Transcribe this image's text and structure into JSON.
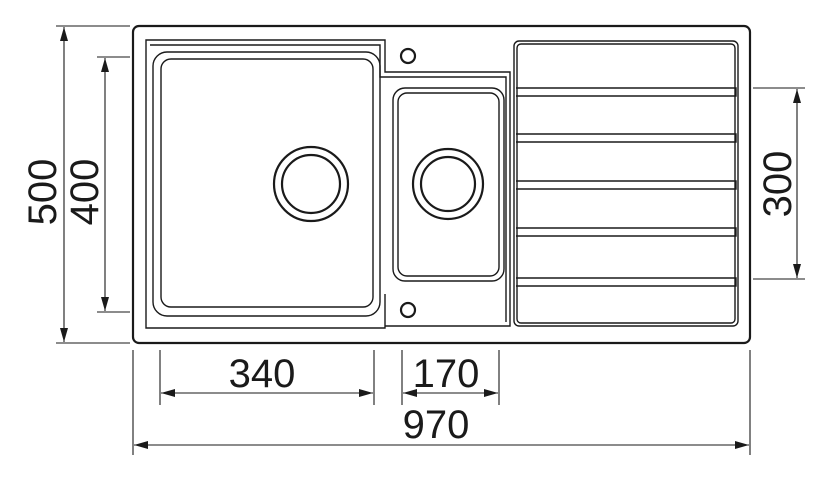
{
  "dimensions": {
    "overall_height": "500",
    "inner_bowl_height": "400",
    "drainer_height": "300",
    "main_bowl_width": "340",
    "small_bowl_width": "170",
    "overall_width": "970"
  },
  "colors": {
    "line": "#1a1a1a",
    "background": "#ffffff"
  }
}
